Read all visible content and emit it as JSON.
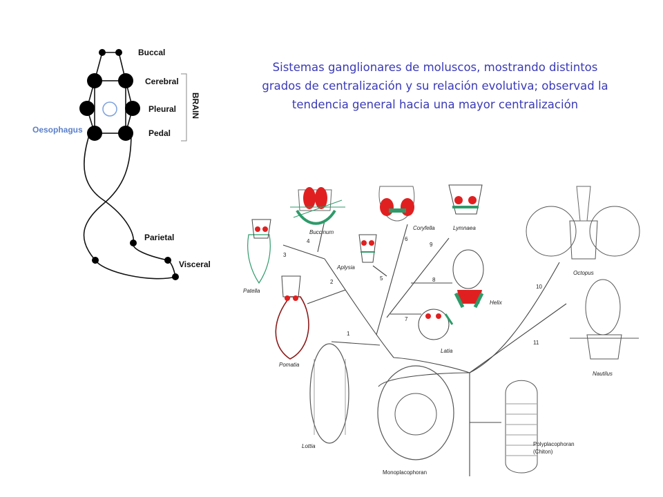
{
  "caption": "Sistemas ganglionares de moluscos, mostrando distintos grados de centralización y su relación evolutiva; observad la tendencia general hacia una mayor centralización",
  "ganglia": {
    "buccal": "Buccal",
    "cerebral": "Cerebral",
    "pleural": "Pleural",
    "pedal": "Pedal",
    "parietal": "Parietal",
    "visceral": "Visceral",
    "oesophagus": "Oesophagus",
    "brain": "BRAIN"
  },
  "tree": {
    "taxa": {
      "patella": "Patella",
      "buccinum": "Buccinum",
      "aplysia": "Aplysia",
      "coryfella": "Coryfella",
      "lymnaea": "Lymnaea",
      "helix": "Helix",
      "latia": "Latia",
      "octopus": "Octopus",
      "nautilus": "Nautilus",
      "pomatia": "Pomatia",
      "lottia": "Lottia",
      "monoplacophoran": "Monoplacophoran",
      "chiton_1": "Polyplacophoran",
      "chiton_2": "(Chiton)"
    },
    "branch_numbers": {
      "n1": "1",
      "n2": "2",
      "n3": "3",
      "n4": "4",
      "n5": "5",
      "n6": "6",
      "n7": "7",
      "n8": "8",
      "n9": "9",
      "n10": "10",
      "n11": "11"
    }
  },
  "colors": {
    "caption": "#3a3ab8",
    "oesophagus": "#5a7fc9",
    "ganglion_red": "#e02020",
    "nerve_green": "#2e9a6a"
  }
}
